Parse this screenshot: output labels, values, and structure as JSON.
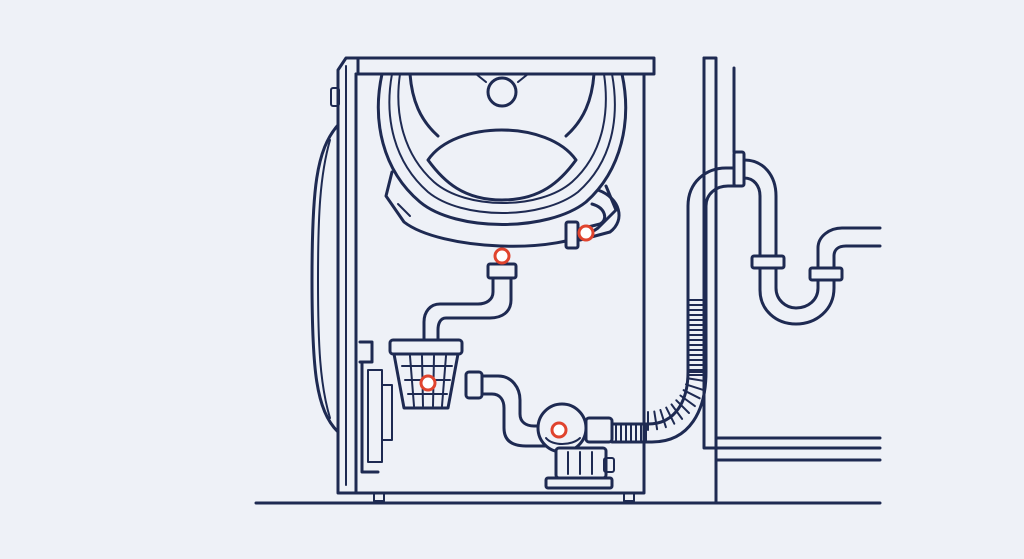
{
  "colors": {
    "background": "#eef1f7",
    "line": "#1e2a52",
    "marker": "#e0442e"
  },
  "markers": [
    {
      "name": "drum-outlet-point"
    },
    {
      "name": "drain-hose-clamp-point"
    },
    {
      "name": "filter-basket-point"
    },
    {
      "name": "drain-pump-inlet-point"
    }
  ]
}
